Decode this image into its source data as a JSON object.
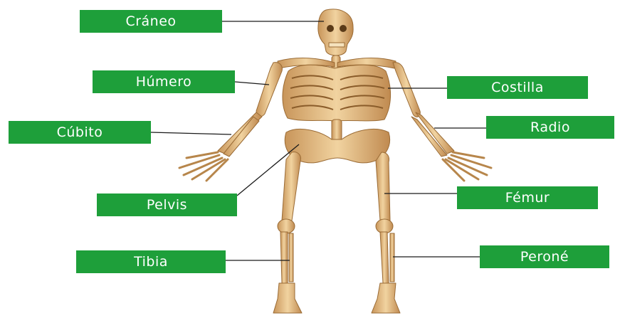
{
  "labels": {
    "craneo": "Cráneo",
    "humero": "Húmero",
    "costilla": "Costilla",
    "cubito": "Cúbito",
    "radio": "Radio",
    "pelvis": "Pelvis",
    "femur": "Fémur",
    "tibia": "Tibia",
    "perone": "Peroné"
  },
  "colors": {
    "label_bg": "#1e9f3a",
    "label_text": "#ffffff",
    "bone": "#e6bf86",
    "bone_shade": "#b7864b",
    "leader": "#1a1a1a"
  }
}
